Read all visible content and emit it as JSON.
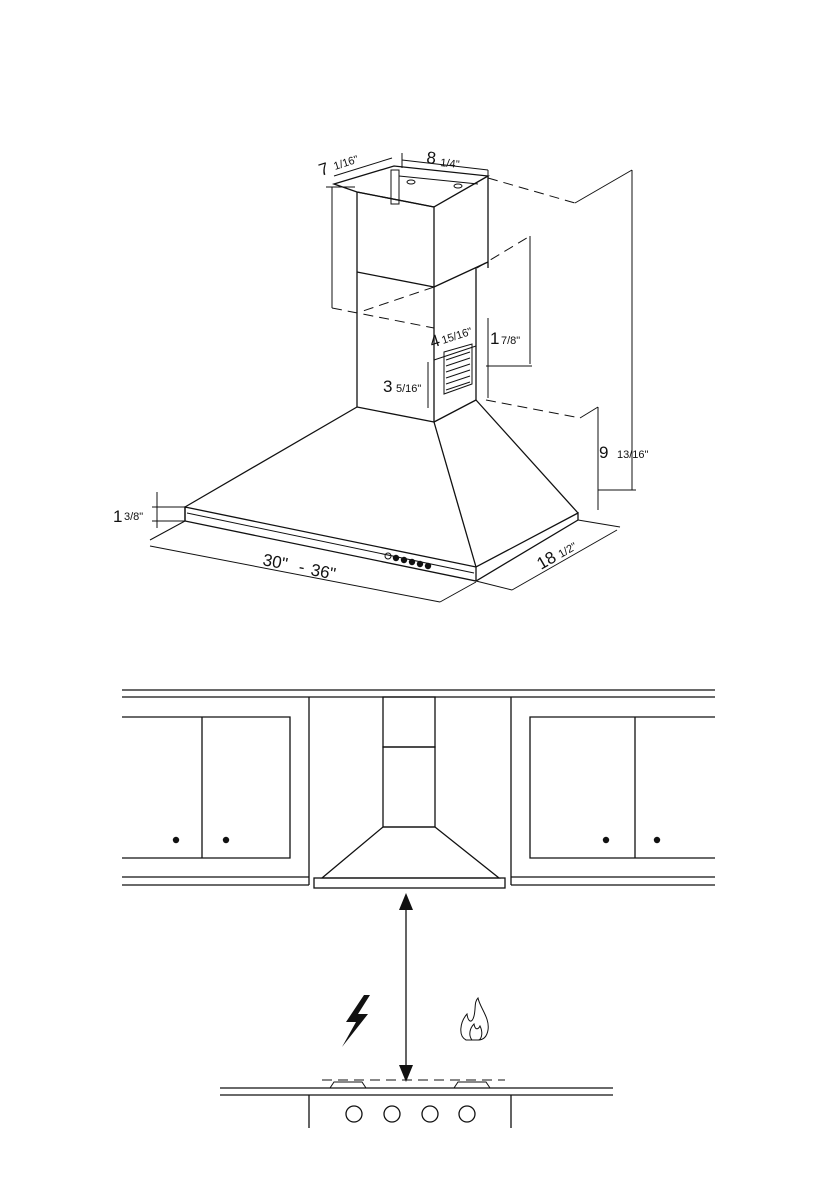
{
  "dimensions": {
    "chimney_depth": {
      "whole": "7",
      "fraction": "1/16\""
    },
    "chimney_width": {
      "whole": "8",
      "fraction": "1/4\""
    },
    "vent_width": {
      "whole": "4",
      "fraction": "15/16\""
    },
    "vent_height_right": {
      "whole": "1",
      "fraction": "7/8\""
    },
    "vent_height_left": {
      "whole": "3",
      "fraction": "5/16\""
    },
    "hood_height": {
      "whole": "9",
      "fraction": "13/16\""
    },
    "canopy_thickness": {
      "whole": "1",
      "fraction": "3/8\""
    },
    "hood_width": {
      "a": "30\"",
      "dash": "-",
      "b": "36\""
    },
    "hood_depth": {
      "whole": "18",
      "fraction": "1/2\""
    }
  },
  "icons": {
    "electric": "lightning-bolt-icon",
    "gas": "flame-icon"
  },
  "colors": {
    "line": "#111111",
    "background": "#ffffff"
  }
}
